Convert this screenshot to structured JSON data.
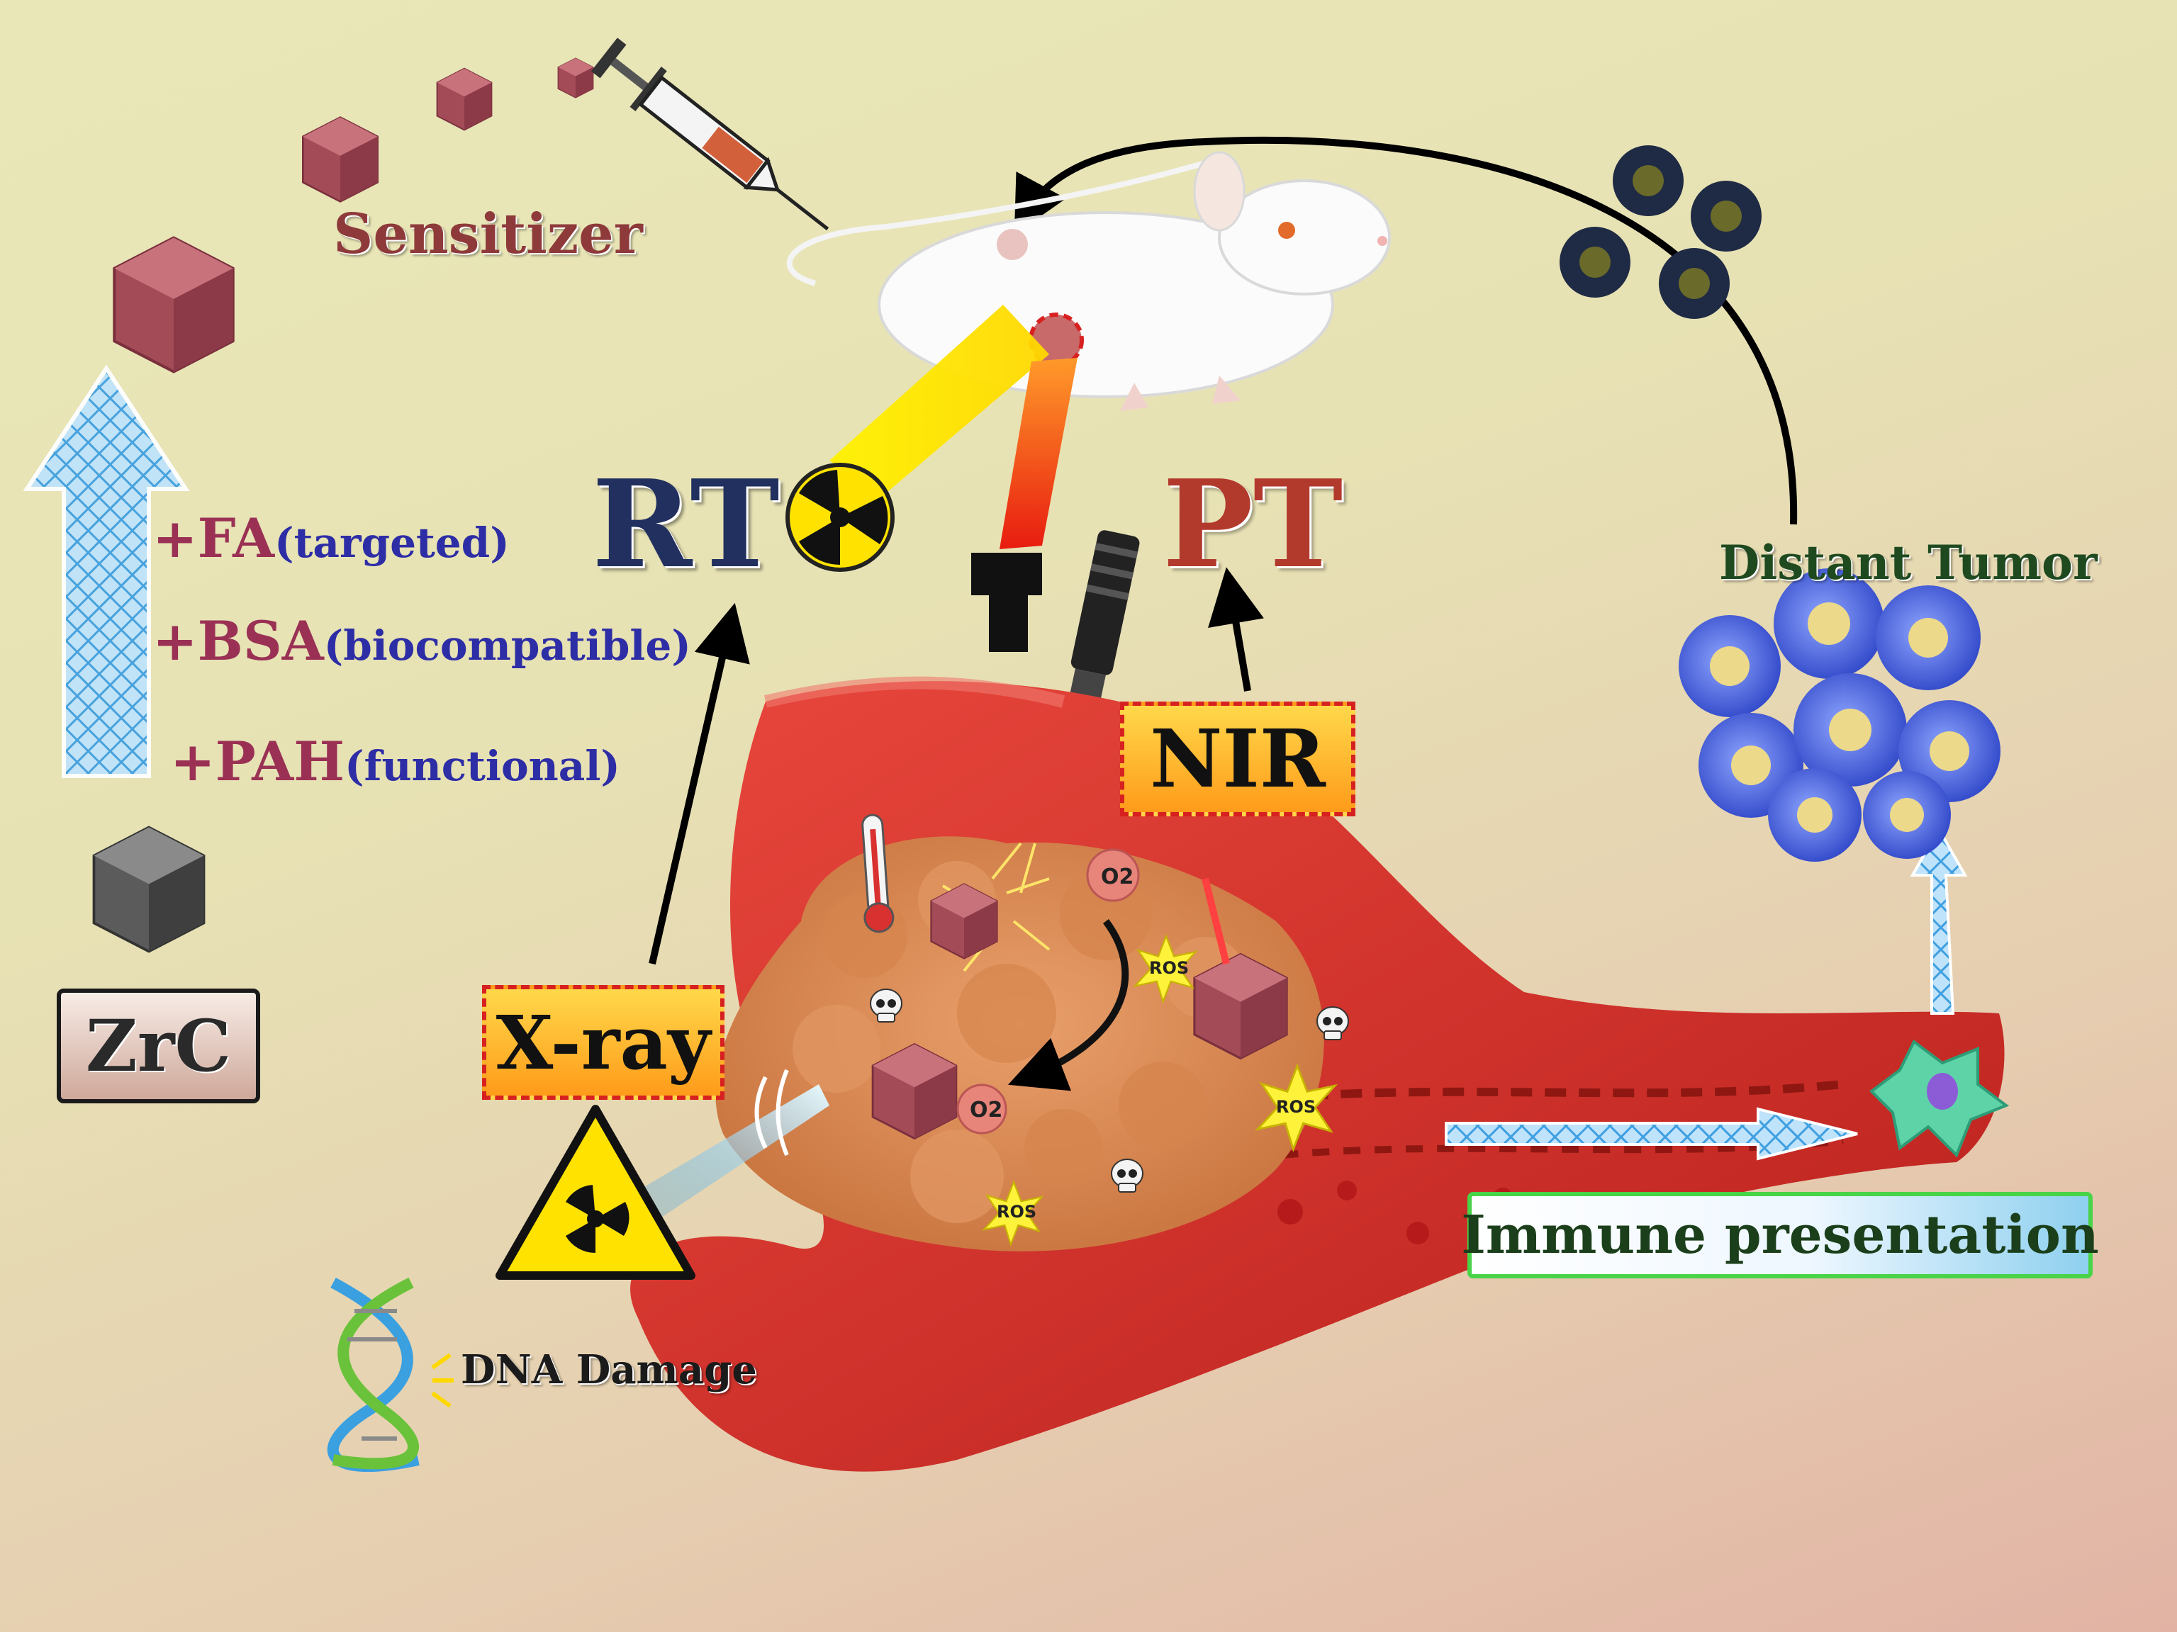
{
  "labels": {
    "sensitizer": "Sensitizer",
    "rt": "RT",
    "pt": "PT",
    "nir": "NIR",
    "xray": "X-ray",
    "distant_tumor": "Distant Tumor",
    "immune_presentation": "Immune presentation",
    "dna_damage": "DNA Damage",
    "zrc": "ZrC",
    "o2": "O2",
    "ros": "ROS"
  },
  "modifications": [
    {
      "symbol": "+FA",
      "note": "(targeted)"
    },
    {
      "symbol": "+BSA",
      "note": "(biocompatible)"
    },
    {
      "symbol": "+PAH",
      "note": "(functional)"
    }
  ],
  "colors": {
    "background_top": "#e9e7b8",
    "background_bottom": "#e2b3a4",
    "vessel": "#d9342b",
    "tumor": "#d98a52",
    "sensitizer_cube": "#a8505a",
    "zrc_cube": "#555555",
    "laser_beam": "#ff4040",
    "xray_beam": "#7fd8ff",
    "distant_tumor": "#3f62e0",
    "immune_cell": "#5fd3a8",
    "arrow": "#000000"
  },
  "icons": [
    "syringe-icon",
    "mouse-icon",
    "radiation-icon",
    "laser-pointer-icon",
    "thermometer-icon",
    "skull-icon",
    "dna-helix-icon",
    "tumor-cell-icon",
    "immune-cell-icon"
  ]
}
